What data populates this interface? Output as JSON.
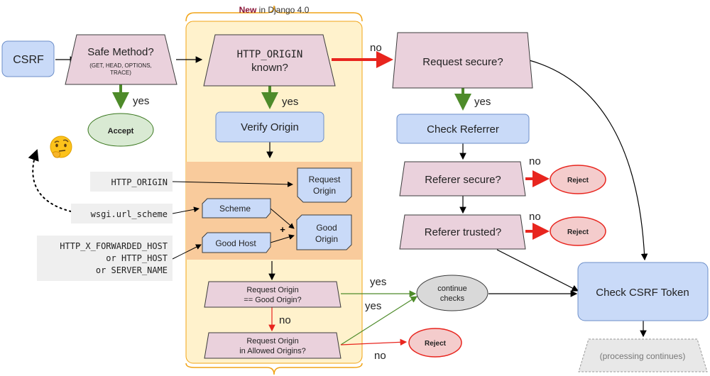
{
  "header": {
    "new_word": "New",
    "rest": " in Django 4.0"
  },
  "nodes": {
    "csrf": "CSRF",
    "safe_method": "Safe Method?",
    "safe_method_sub1": "(GET, HEAD, OPTIONS,",
    "safe_method_sub2": "TRACE)",
    "accept": "Accept",
    "http_origin_known1": "HTTP_ORIGIN",
    "http_origin_known2": "known?",
    "verify_origin": "Verify Origin",
    "request_origin1": "Request",
    "request_origin2": "Origin",
    "scheme": "Scheme",
    "good_host": "Good Host",
    "good_origin1": "Good",
    "good_origin2": "Origin",
    "plus": "+",
    "cmp_equal1": "Request Origin",
    "cmp_equal2": "== Good Origin?",
    "cmp_allowed1": "Request Origin",
    "cmp_allowed2": "in Allowed Origins?",
    "continue1": "continue",
    "continue2": "checks",
    "reject": "Reject",
    "request_secure": "Request secure?",
    "check_referrer": "Check Referrer",
    "referer_secure": "Referer secure?",
    "referer_trusted": "Referer trusted?",
    "check_csrf_token": "Check CSRF Token",
    "processing_continues": "(processing continues)"
  },
  "inputs": {
    "http_origin": "HTTP_ORIGIN",
    "wsgi_url_scheme": "wsgi.url_scheme",
    "forwarded1": "HTTP_X_FORWARDED_HOST",
    "forwarded2": "or HTTP_HOST",
    "forwarded3": "or SERVER_NAME"
  },
  "labels": {
    "yes": "yes",
    "no": "no"
  },
  "icons": {
    "thinking": "thinking-face-emoji"
  },
  "colors": {
    "blue_fill": "#c9daf8",
    "blue_stroke": "#6d8fc9",
    "pink_fill": "#ead1dc",
    "pink_stroke": "#3c3c3c",
    "green_fill": "#d9ead3",
    "green_stroke": "#38761d",
    "red_fill": "#f4cccc",
    "red_stroke": "#e8251e",
    "arrow_green": "#4e8b2a",
    "arrow_red": "#e8251e",
    "region_yellow": "#fff2cc",
    "region_orange": "#f9cb9c",
    "brace": "#f1a416",
    "new_color": "#8a1538"
  }
}
